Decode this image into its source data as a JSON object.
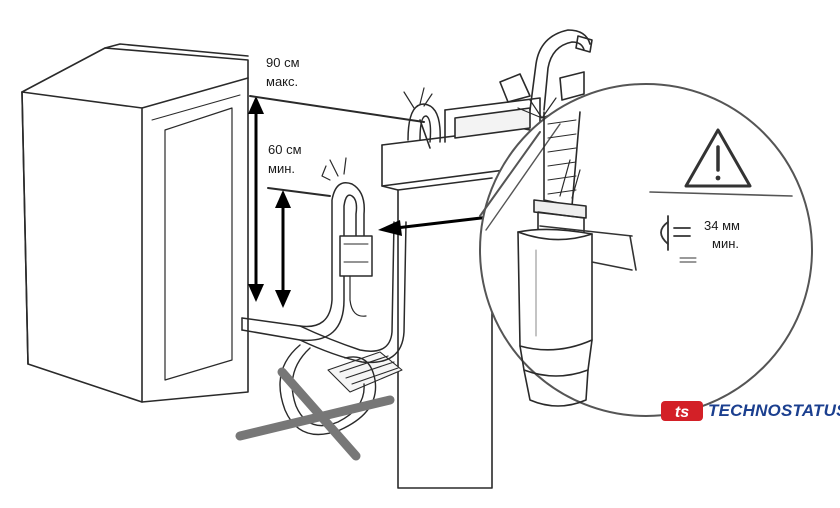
{
  "labels": {
    "max_height": "90 см",
    "max_caption": "макс.",
    "min_height": "60 см",
    "min_caption": "мин.",
    "gap_size": "34 мм",
    "gap_caption": "мин."
  },
  "brand": {
    "name": "TECHNOSTATUS",
    "monogram": "ts"
  },
  "colors": {
    "line": "#2a2a2a",
    "brand_red": "#d32027",
    "brand_blue": "#1b3f8f",
    "forbidden_mark": "#777777"
  }
}
